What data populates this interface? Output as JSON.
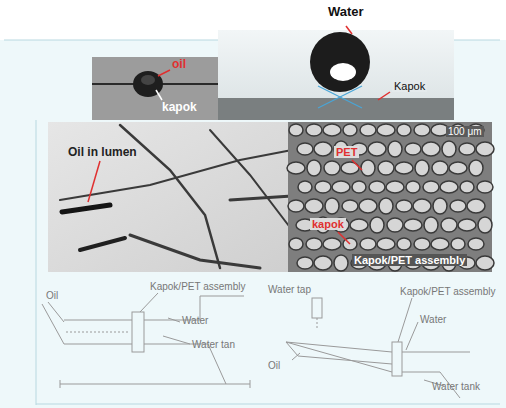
{
  "diagram": {
    "labels": [
      "Water",
      "oil",
      "kapok",
      "Kapok",
      "Oil in lumen",
      "100 μm",
      "PET",
      "kapok",
      "Kapok/PET assembly",
      "Oil",
      "Kapok/PET assembly",
      "Water",
      "Water tan",
      "Water tap",
      "Kapok/PET assembly",
      "Water",
      "Oil",
      "Water tank"
    ]
  }
}
